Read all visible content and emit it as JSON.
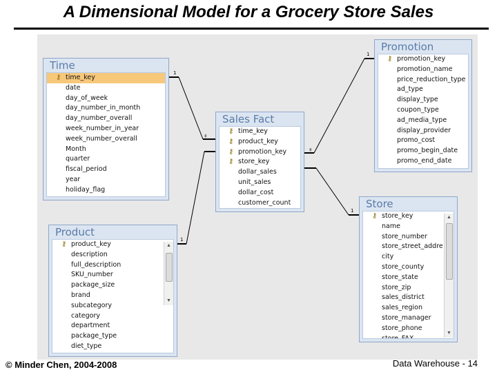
{
  "slide": {
    "title": "A Dimensional Model for a Grocery Store Sales",
    "footer_left": "© Minder Chen, 2004-2008",
    "footer_right": "Data Warehouse - 14"
  },
  "tables": {
    "time": {
      "name": "Time",
      "fields": [
        {
          "label": "time_key",
          "key": true,
          "selected": true
        },
        {
          "label": "date"
        },
        {
          "label": "day_of_week"
        },
        {
          "label": "day_number_in_month"
        },
        {
          "label": "day_number_overall"
        },
        {
          "label": "week_number_in_year"
        },
        {
          "label": "week_number_overall"
        },
        {
          "label": "Month"
        },
        {
          "label": "quarter"
        },
        {
          "label": "fiscal_period"
        },
        {
          "label": "year"
        },
        {
          "label": "holiday_flag"
        }
      ]
    },
    "sales_fact": {
      "name": "Sales Fact",
      "fields": [
        {
          "label": "time_key",
          "key": true
        },
        {
          "label": "product_key",
          "key": true
        },
        {
          "label": "promotion_key",
          "key": true
        },
        {
          "label": "store_key",
          "key": true
        },
        {
          "label": "dollar_sales"
        },
        {
          "label": "unit_sales"
        },
        {
          "label": "dollar_cost"
        },
        {
          "label": "customer_count"
        }
      ]
    },
    "promotion": {
      "name": "Promotion",
      "fields": [
        {
          "label": "promotion_key",
          "key": true
        },
        {
          "label": "promotion_name"
        },
        {
          "label": "price_reduction_type"
        },
        {
          "label": "ad_type"
        },
        {
          "label": "display_type"
        },
        {
          "label": "coupon_type"
        },
        {
          "label": "ad_media_type"
        },
        {
          "label": "display_provider"
        },
        {
          "label": "promo_cost"
        },
        {
          "label": "promo_begin_date"
        },
        {
          "label": "promo_end_date"
        }
      ]
    },
    "product": {
      "name": "Product",
      "fields": [
        {
          "label": "product_key",
          "key": true
        },
        {
          "label": "description"
        },
        {
          "label": "full_description"
        },
        {
          "label": "SKU_number"
        },
        {
          "label": "package_size"
        },
        {
          "label": "brand"
        },
        {
          "label": "subcategory"
        },
        {
          "label": "category"
        },
        {
          "label": "department"
        },
        {
          "label": "package_type"
        },
        {
          "label": "diet_type"
        }
      ]
    },
    "store": {
      "name": "Store",
      "fields": [
        {
          "label": "store_key",
          "key": true
        },
        {
          "label": "name"
        },
        {
          "label": "store_number"
        },
        {
          "label": "store_street_addre"
        },
        {
          "label": "city"
        },
        {
          "label": "store_county"
        },
        {
          "label": "store_state"
        },
        {
          "label": "store_zip"
        },
        {
          "label": "sales_district"
        },
        {
          "label": "sales_region"
        },
        {
          "label": "store_manager"
        },
        {
          "label": "store_phone"
        },
        {
          "label": "store_FAX"
        }
      ]
    }
  },
  "relationships": {
    "one_label": "1",
    "many_label": "∞",
    "items": [
      {
        "from": "time",
        "to": "sales_fact"
      },
      {
        "from": "promotion",
        "to": "sales_fact"
      },
      {
        "from": "product",
        "to": "sales_fact"
      },
      {
        "from": "store",
        "to": "sales_fact"
      }
    ]
  },
  "icons": {
    "key": "key-icon",
    "scroll_up": "arrow-up-icon",
    "scroll_down": "arrow-down-icon"
  }
}
